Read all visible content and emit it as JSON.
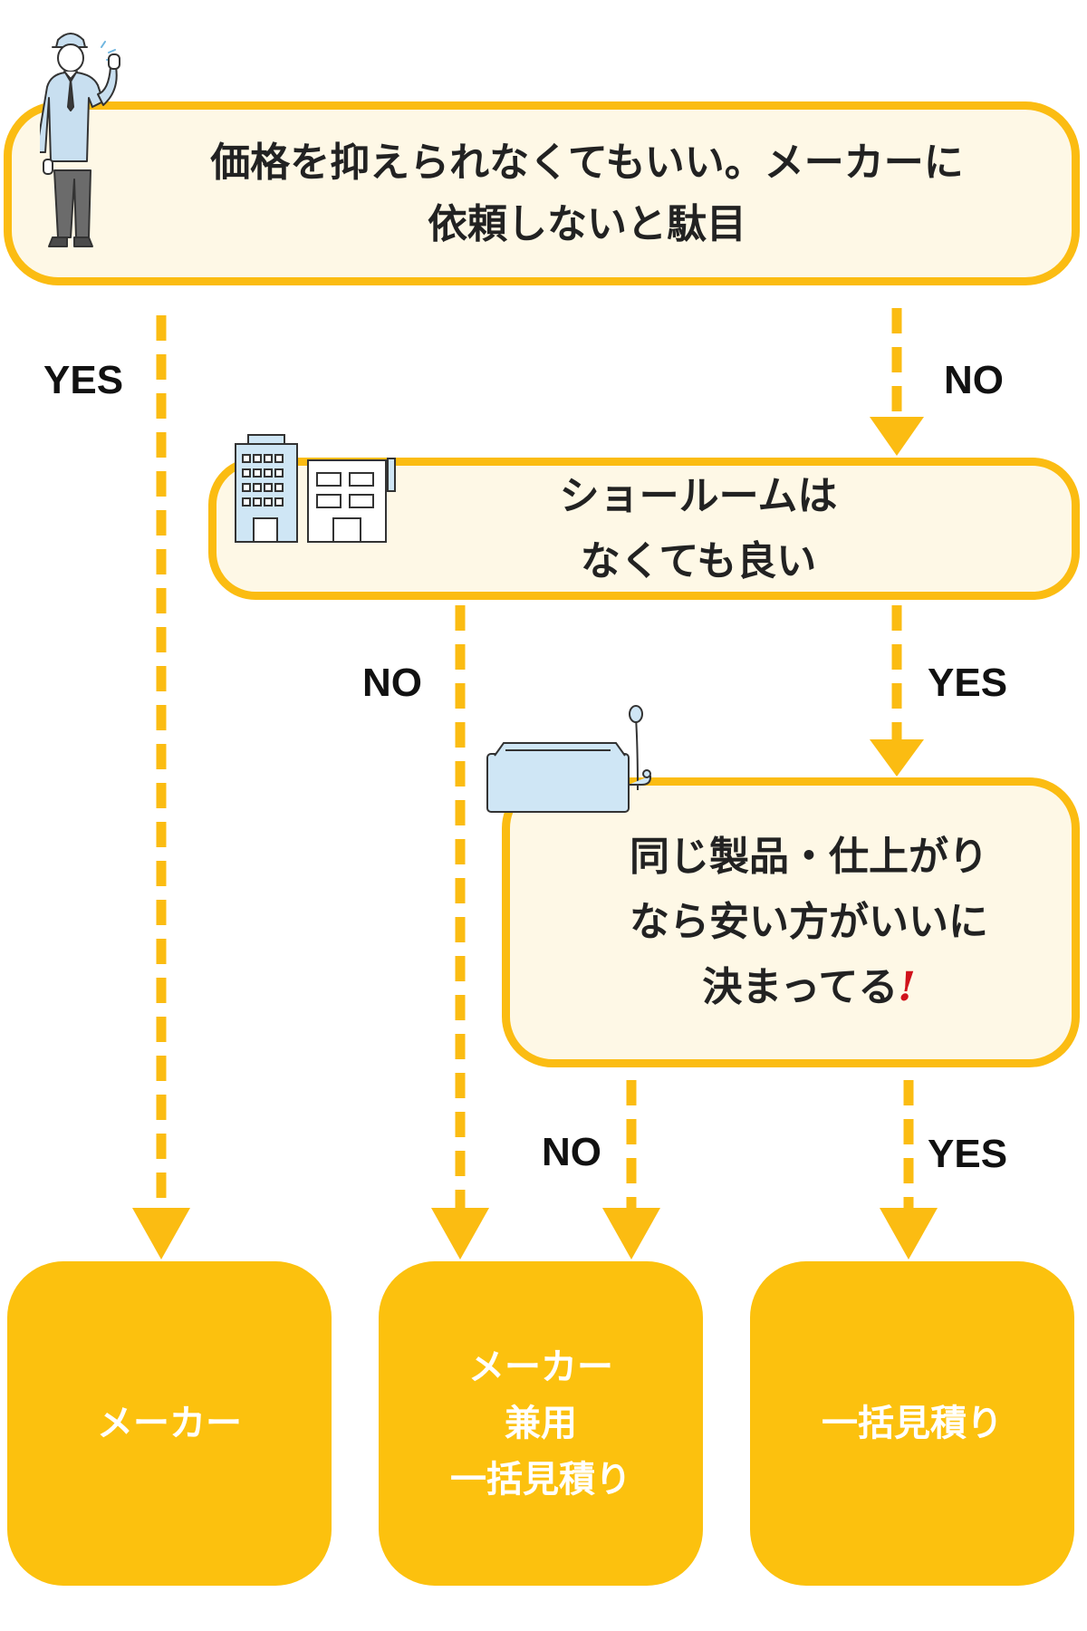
{
  "questions": {
    "q1": "価格を抑えられなくてもいい。メーカーに\n依頼しないと駄目",
    "q2": "ショールームは\nなくても良い",
    "q3": "同じ製品・仕上がり\nなら安い方がいいに\n決まってる",
    "q3_mark": "!"
  },
  "branch_labels": {
    "q1_yes": "YES",
    "q1_no": "NO",
    "q2_no": "NO",
    "q2_yes": "YES",
    "q3_no": "NO",
    "q3_yes": "YES"
  },
  "results": {
    "r1": "メーカー",
    "r2": "メーカー\n兼用\n一括見積り",
    "r3": "一括見積り"
  },
  "colors": {
    "arrow": "#fbbc12",
    "question_fill": "#fef8e6",
    "result_fill": "#fcc10e",
    "illustration_blue": "#cfe6f5"
  },
  "icons": [
    "worker-illustration",
    "buildings-illustration",
    "bathtub-illustration"
  ]
}
